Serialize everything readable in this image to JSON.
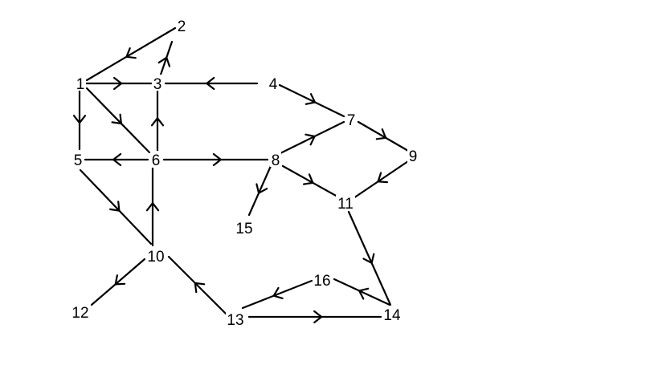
{
  "graph": {
    "nodes": [
      "1",
      "2",
      "3",
      "4",
      "5",
      "6",
      "7",
      "8",
      "9",
      "10",
      "11",
      "12",
      "13",
      "14",
      "15",
      "16"
    ],
    "edges": [
      {
        "from": "1",
        "to": "3"
      },
      {
        "from": "2",
        "to": "1"
      },
      {
        "from": "3",
        "to": "2"
      },
      {
        "from": "4",
        "to": "3"
      },
      {
        "from": "4",
        "to": "7"
      },
      {
        "from": "1",
        "to": "5"
      },
      {
        "from": "1",
        "to": "6"
      },
      {
        "from": "6",
        "to": "3"
      },
      {
        "from": "6",
        "to": "5"
      },
      {
        "from": "6",
        "to": "8"
      },
      {
        "from": "8",
        "to": "7"
      },
      {
        "from": "7",
        "to": "9"
      },
      {
        "from": "9",
        "to": "11"
      },
      {
        "from": "8",
        "to": "11"
      },
      {
        "from": "8",
        "to": "15"
      },
      {
        "from": "11",
        "to": "14"
      },
      {
        "from": "5",
        "to": "10"
      },
      {
        "from": "10",
        "to": "6"
      },
      {
        "from": "10",
        "to": "12"
      },
      {
        "from": "13",
        "to": "10"
      },
      {
        "from": "13",
        "to": "14"
      },
      {
        "from": "14",
        "to": "16"
      },
      {
        "from": "16",
        "to": "13"
      }
    ]
  }
}
